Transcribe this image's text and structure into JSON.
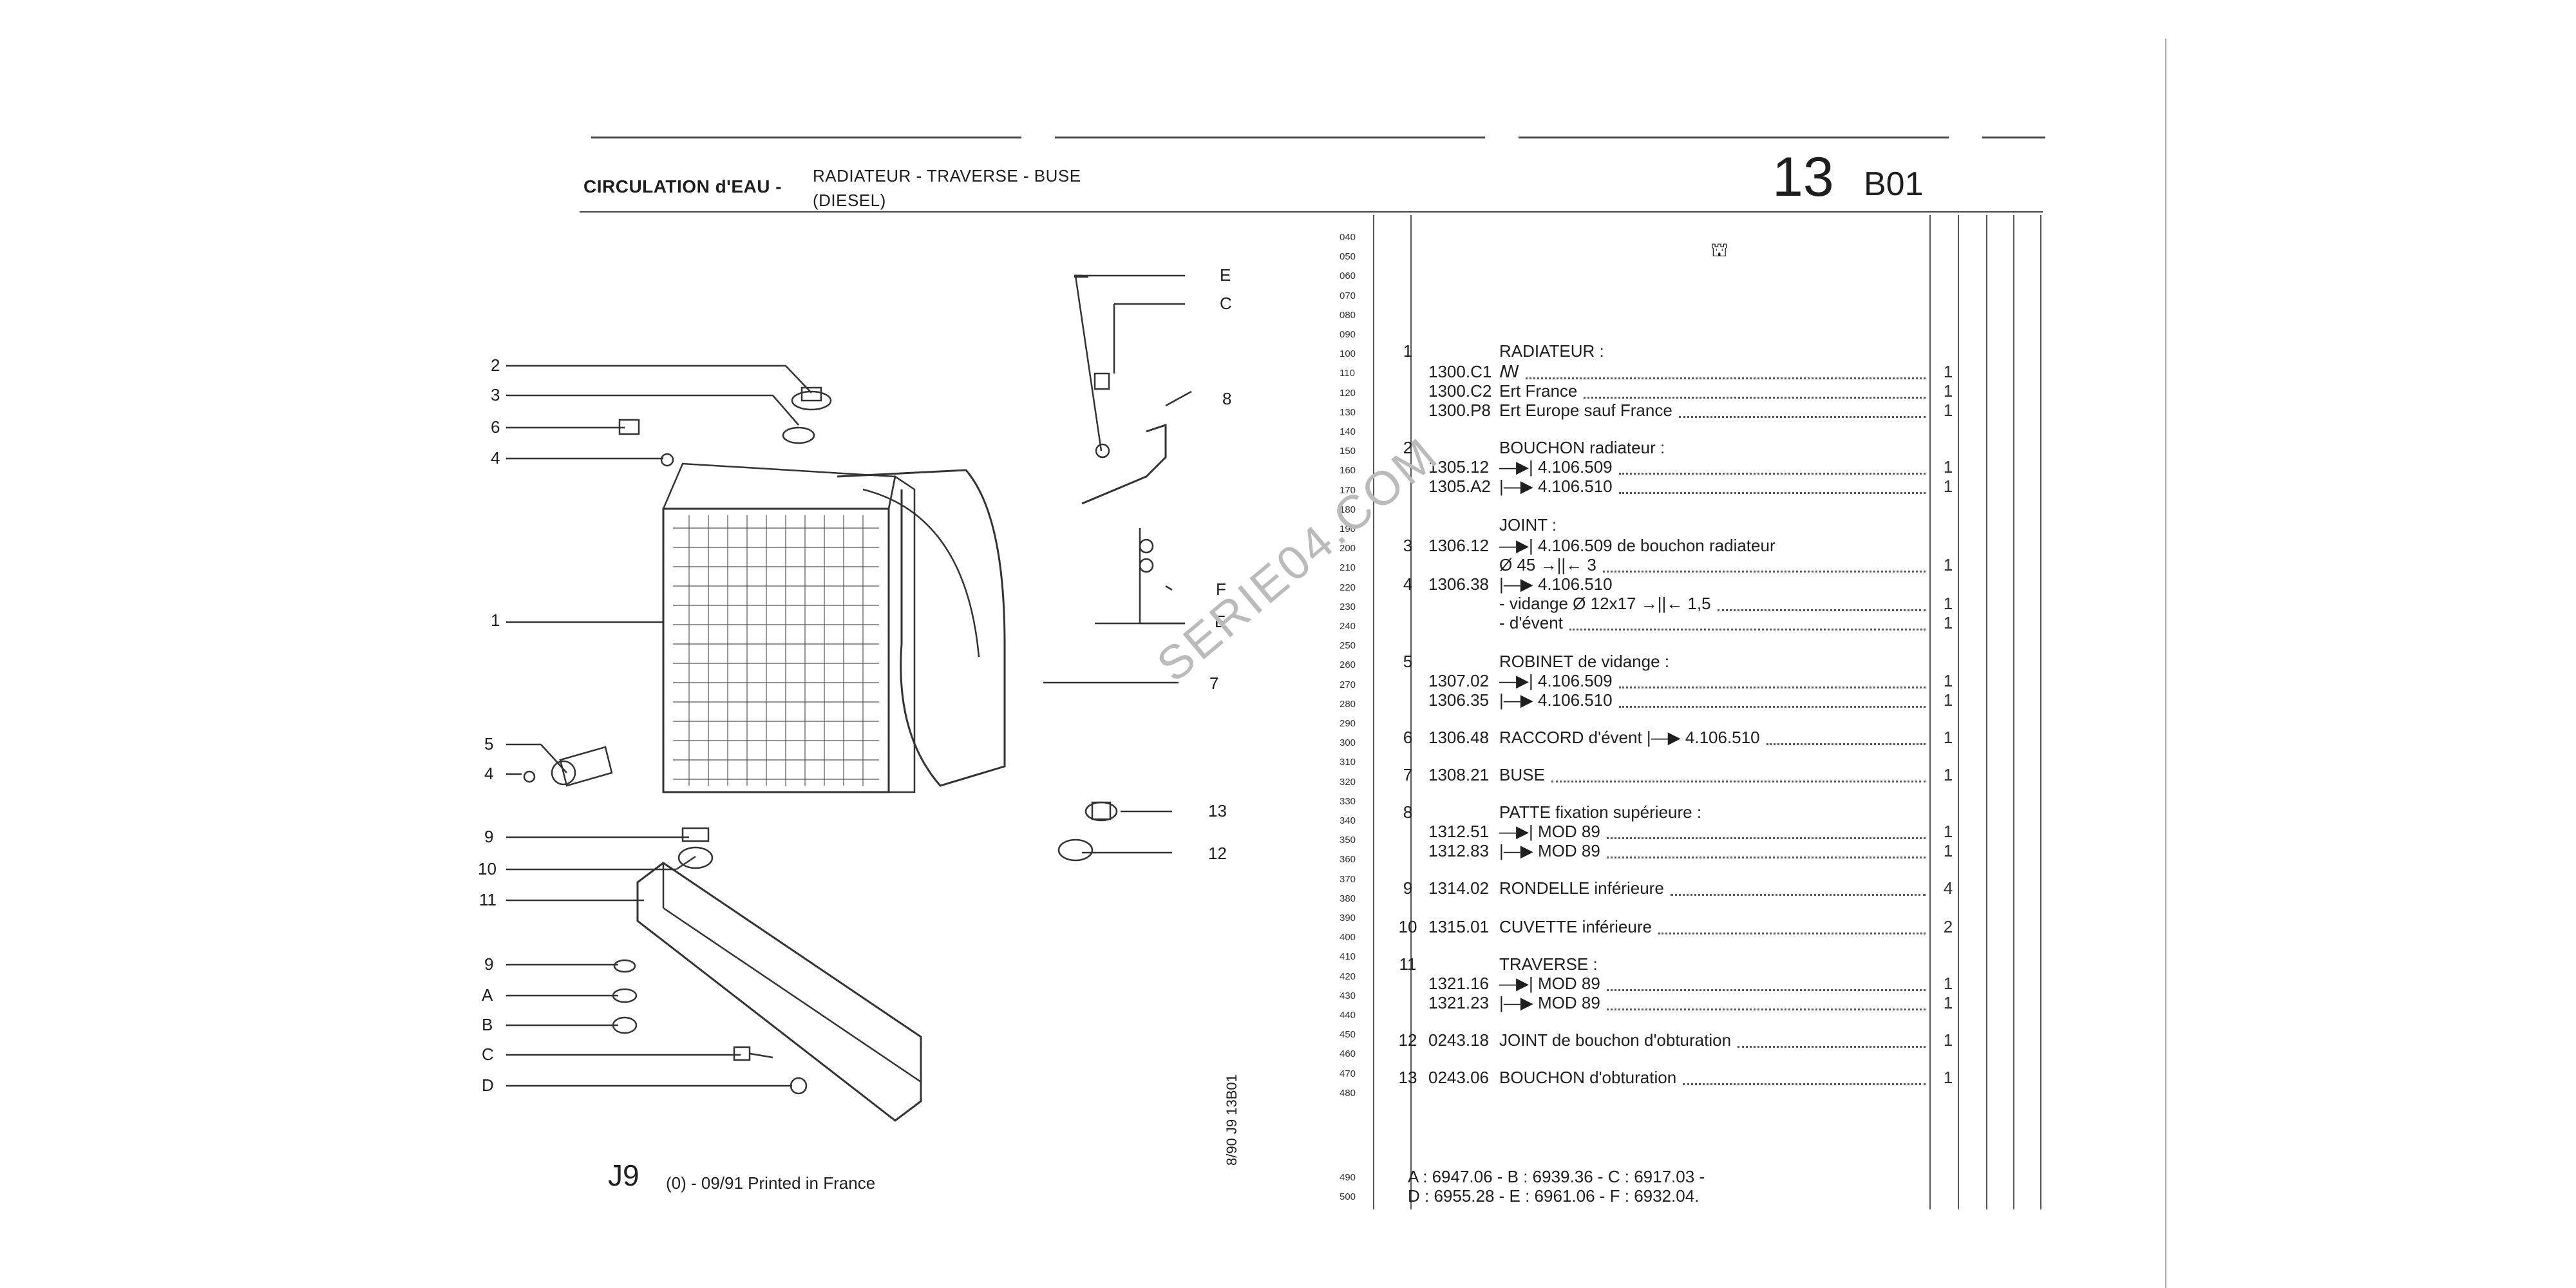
{
  "header": {
    "title": "CIRCULATION d'EAU -",
    "subtitle_line1": "RADIATEUR - TRAVERSE - BUSE",
    "subtitle_line2": "(DIESEL)",
    "group_number": "13",
    "page_code": "B01"
  },
  "table_top_symbol": "⛫",
  "line_codes": [
    "040",
    "050",
    "060",
    "070",
    "080",
    "090",
    "100",
    "110",
    "120",
    "130",
    "140",
    "150",
    "160",
    "170",
    "180",
    "190",
    "200",
    "210",
    "220",
    "230",
    "240",
    "250",
    "260",
    "270",
    "280",
    "290",
    "300",
    "310",
    "320",
    "330",
    "340",
    "350",
    "360",
    "370",
    "380",
    "390",
    "400",
    "410",
    "420",
    "430",
    "440",
    "450",
    "460",
    "470",
    "480",
    "490",
    "500"
  ],
  "rows": [
    {
      "ref": "1",
      "part": "",
      "desc": "RADIATEUR :",
      "qty": ""
    },
    {
      "ref": "",
      "part": "1300.C1",
      "desc": "ꟿ",
      "qty": "1"
    },
    {
      "ref": "",
      "part": "1300.C2",
      "desc": "Ert France",
      "qty": "1"
    },
    {
      "ref": "",
      "part": "1300.P8",
      "desc": "Ert Europe sauf France",
      "qty": "1"
    },
    {
      "ref": "2",
      "part": "",
      "desc": "BOUCHON radiateur :",
      "qty": ""
    },
    {
      "ref": "",
      "part": "1305.12",
      "desc": "—▶| 4.106.509",
      "qty": "1"
    },
    {
      "ref": "",
      "part": "1305.A2",
      "desc": "|—▶ 4.106.510",
      "qty": "1"
    },
    {
      "ref": "",
      "part": "",
      "desc": "JOINT :",
      "qty": ""
    },
    {
      "ref": "3",
      "part": "1306.12",
      "desc": "—▶| 4.106.509 de bouchon radiateur",
      "qty": ""
    },
    {
      "ref": "",
      "part": "",
      "desc": "Ø 45 →||← 3",
      "qty": "1"
    },
    {
      "ref": "4",
      "part": "1306.38",
      "desc": "|—▶ 4.106.510",
      "qty": ""
    },
    {
      "ref": "",
      "part": "",
      "desc": "- vidange Ø 12x17 →||← 1,5",
      "qty": "1"
    },
    {
      "ref": "",
      "part": "",
      "desc": "- d'évent",
      "qty": "1"
    },
    {
      "ref": "5",
      "part": "",
      "desc": "ROBINET de vidange :",
      "qty": ""
    },
    {
      "ref": "",
      "part": "1307.02",
      "desc": "—▶| 4.106.509",
      "qty": "1"
    },
    {
      "ref": "",
      "part": "1306.35",
      "desc": "|—▶ 4.106.510",
      "qty": "1"
    },
    {
      "ref": "6",
      "part": "1306.48",
      "desc": "RACCORD d'évent |—▶ 4.106.510",
      "qty": "1"
    },
    {
      "ref": "7",
      "part": "1308.21",
      "desc": "BUSE",
      "qty": "1"
    },
    {
      "ref": "8",
      "part": "",
      "desc": "PATTE fixation supérieure :",
      "qty": ""
    },
    {
      "ref": "",
      "part": "1312.51",
      "desc": "—▶| MOD 89",
      "qty": "1"
    },
    {
      "ref": "",
      "part": "1312.83",
      "desc": "|—▶ MOD 89",
      "qty": "1"
    },
    {
      "ref": "9",
      "part": "1314.02",
      "desc": "RONDELLE inférieure",
      "qty": "4"
    },
    {
      "ref": "10",
      "part": "1315.01",
      "desc": "CUVETTE inférieure",
      "qty": "2"
    },
    {
      "ref": "11",
      "part": "",
      "desc": "TRAVERSE :",
      "qty": ""
    },
    {
      "ref": "",
      "part": "1321.16",
      "desc": "—▶| MOD 89",
      "qty": "1"
    },
    {
      "ref": "",
      "part": "1321.23",
      "desc": "|—▶ MOD 89",
      "qty": "1"
    },
    {
      "ref": "12",
      "part": "0243.18",
      "desc": "JOINT de bouchon d'obturation",
      "qty": "1"
    },
    {
      "ref": "13",
      "part": "0243.06",
      "desc": "BOUCHON d'obturation",
      "qty": "1"
    }
  ],
  "footnote_line1": "A : 6947.06 - B : 6939.36 - C : 6917.03 -",
  "footnote_line2": "D : 6955.28 - E : 6961.06 - F : 6932.04.",
  "diagram_labels": {
    "l2": "2",
    "l3": "3",
    "l6": "6",
    "l4a": "4",
    "l1": "1",
    "l5": "5",
    "l4b": "4",
    "l9a": "9",
    "l10": "10",
    "l11": "11",
    "l9b": "9",
    "lA": "A",
    "lB": "B",
    "lC2": "C",
    "lD": "D",
    "lE1": "E",
    "lC1": "C",
    "l8": "8",
    "lF": "F",
    "lE2": "E",
    "l7": "7",
    "l13": "13",
    "l12": "12"
  },
  "footer": {
    "model": "J9",
    "revision": "(0) - 09/91 Printed in France",
    "vertical_code": "8/90 J9 13B01"
  },
  "watermark": "SERIE04.COM"
}
